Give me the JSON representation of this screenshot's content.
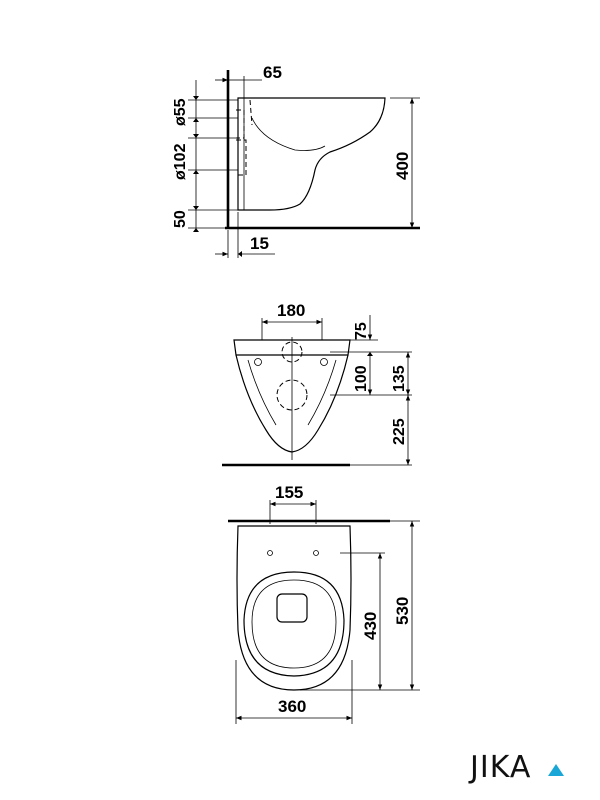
{
  "side_view": {
    "dim_top_offset": "65",
    "dim_pipe_small": "ø55",
    "dim_pipe_large": "ø102",
    "dim_height": "400",
    "dim_bottom": "50",
    "dim_wall": "15"
  },
  "front_view": {
    "dim_width_top": "180",
    "dim_top": "75",
    "dim_mid": "100",
    "dim_upper": "135",
    "dim_lower": "225"
  },
  "top_view": {
    "dim_hole_spacing": "155",
    "dim_inner_length": "430",
    "dim_total_length": "530",
    "dim_width": "360"
  },
  "brand": {
    "logo_text": "JIKA",
    "accent_color": "#1aa7d8"
  }
}
